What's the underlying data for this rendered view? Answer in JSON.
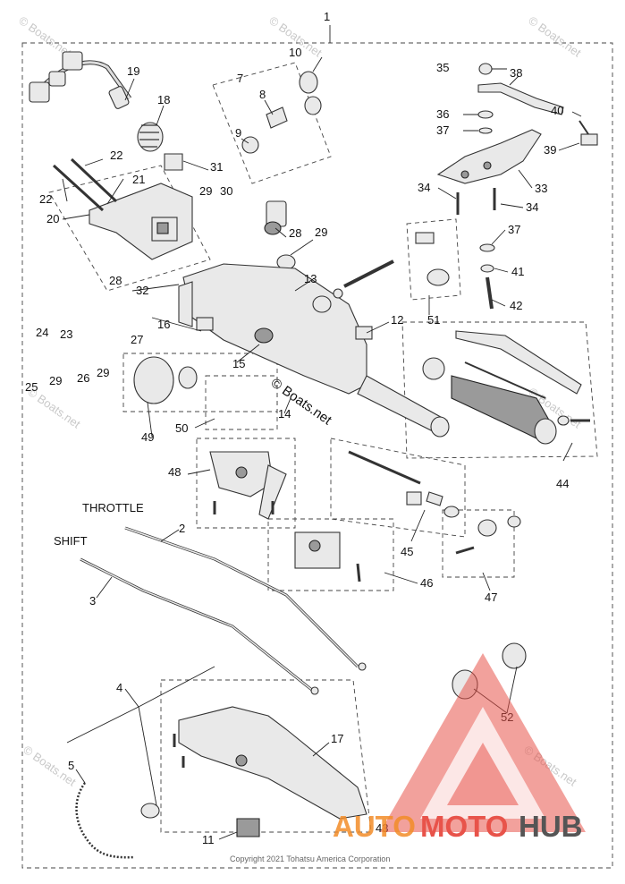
{
  "title_labels": {
    "throttle": "THROTTLE",
    "shift": "SHIFT"
  },
  "copyright": "Copyright 2021 Tohatsu America Corporation",
  "watermarks": {
    "text": "© Boats.net"
  },
  "brand": {
    "part1": "AUTO",
    "part2": "MOTO",
    "part3": "HUB",
    "color_red": "#e8534a",
    "color_orange": "#f28c28"
  },
  "callouts": {
    "c1": "1",
    "c2": "2",
    "c3": "3",
    "c4": "4",
    "c5": "5",
    "c7": "7",
    "c8": "8",
    "c9": "9",
    "c10": "10",
    "c11": "11",
    "c12": "12",
    "c13": "13",
    "c14": "14",
    "c15": "15",
    "c16": "16",
    "c17": "17",
    "c18": "18",
    "c19": "19",
    "c20": "20",
    "c21": "21",
    "c22a": "22",
    "c22b": "22",
    "c23": "23",
    "c24": "24",
    "c25": "25",
    "c26": "26",
    "c27": "27",
    "c28a": "28",
    "c28b": "28",
    "c29a": "29",
    "c29b": "29",
    "c29c": "29",
    "c29d": "29",
    "c30": "30",
    "c31": "31",
    "c32": "32",
    "c33": "33",
    "c34a": "34",
    "c34b": "34",
    "c35": "35",
    "c36": "36",
    "c37a": "37",
    "c37b": "37",
    "c38": "38",
    "c39": "39",
    "c40": "40",
    "c41": "41",
    "c42": "42",
    "c43": "43",
    "c44": "44",
    "c45": "45",
    "c46": "46",
    "c47": "47",
    "c48": "48",
    "c49": "49",
    "c50": "50",
    "c51": "51",
    "c52": "52"
  }
}
